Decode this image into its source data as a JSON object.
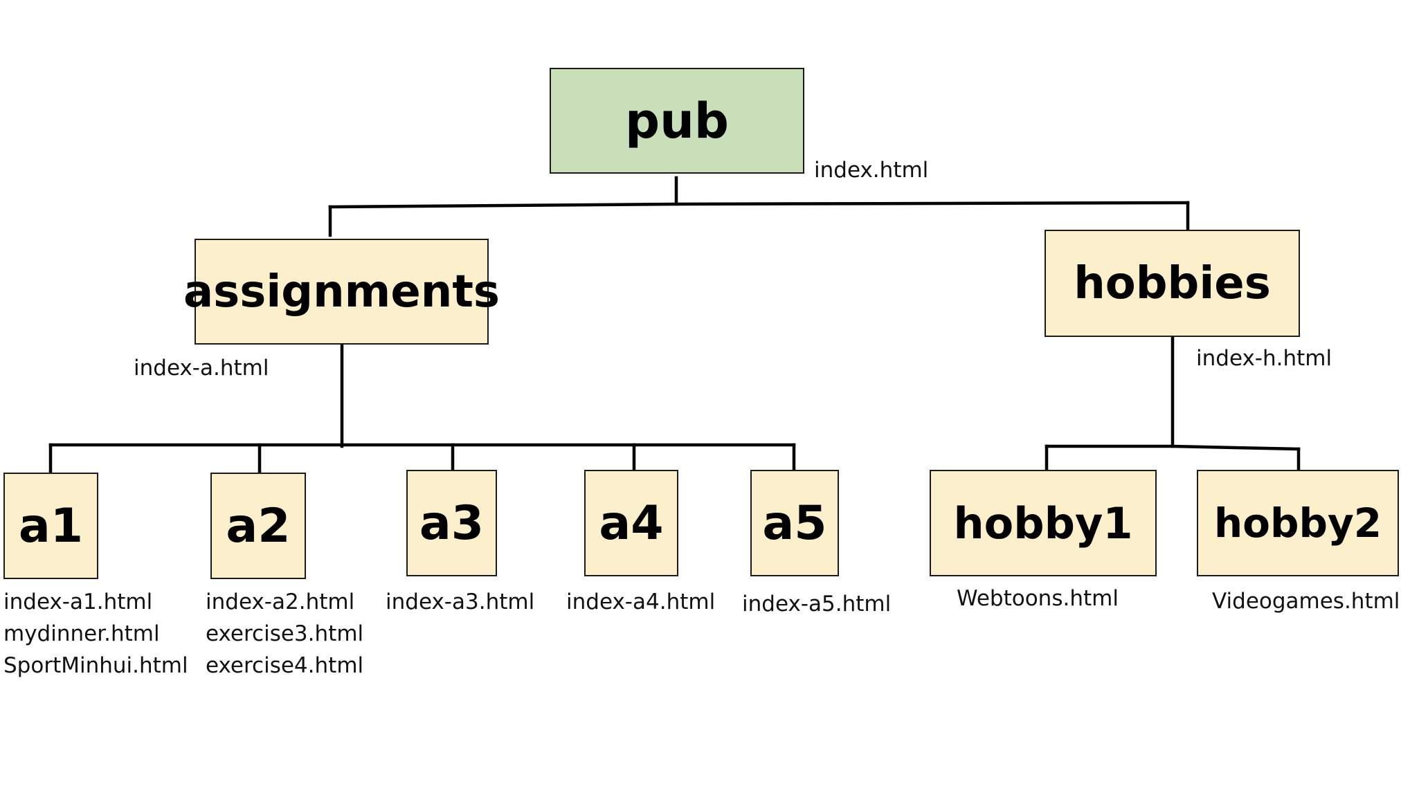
{
  "colors": {
    "root_fill": "#c9dfb9",
    "node_fill": "#fcf0cc",
    "line": "#000000"
  },
  "root": {
    "label": "pub",
    "files": [
      "index.html"
    ]
  },
  "folders": [
    {
      "label": "assignments",
      "files": [
        "index-a.html"
      ],
      "children": [
        {
          "label": "a1",
          "files": [
            "index-a1.html",
            "mydinner.html",
            "SportMinhui.html"
          ]
        },
        {
          "label": "a2",
          "files": [
            "index-a2.html",
            "exercise3.html",
            "exercise4.html"
          ]
        },
        {
          "label": "a3",
          "files": [
            "index-a3.html"
          ]
        },
        {
          "label": "a4",
          "files": [
            "index-a4.html"
          ]
        },
        {
          "label": "a5",
          "files": [
            "index-a5.html"
          ]
        }
      ]
    },
    {
      "label": "hobbies",
      "files": [
        "index-h.html"
      ],
      "children": [
        {
          "label": "hobby1",
          "files": [
            "Webtoons.html"
          ]
        },
        {
          "label": "hobby2",
          "files": [
            "Videogames.html"
          ]
        }
      ]
    }
  ]
}
